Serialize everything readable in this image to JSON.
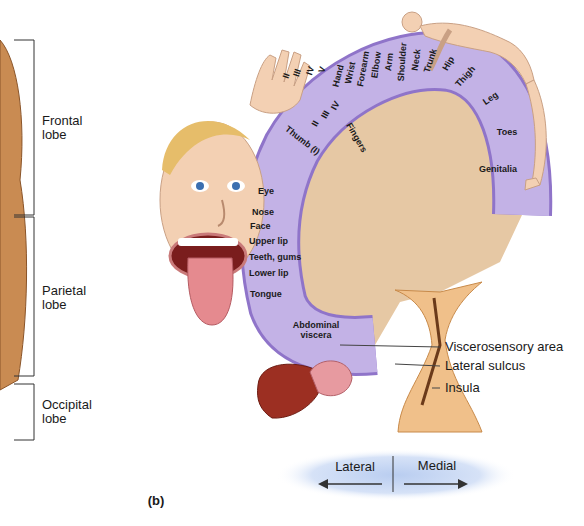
{
  "diagram": {
    "labels": [
      "Frontal lobe",
      "Parietal lobe",
      "Occipital lobe",
      "II",
      "III",
      "IV",
      "V",
      "Hand",
      "Wrist",
      "Forearm",
      "Elbow",
      "Arm",
      "Shoulder",
      "Neck",
      "Trunk",
      "Hip",
      "Thigh",
      "Leg",
      "Toes",
      "Genitalia",
      "Thumb (I)",
      "II",
      "III",
      "IV",
      "Fingers",
      "Eye",
      "Nose",
      "Face",
      "Upper lip",
      "Teeth, gums",
      "Lower lip",
      "Tongue",
      "Abdominal viscera",
      "Viscerosensory area",
      "Lateral sulcus",
      "Insula",
      "Lateral",
      "Medial",
      "(b)"
    ]
  }
}
